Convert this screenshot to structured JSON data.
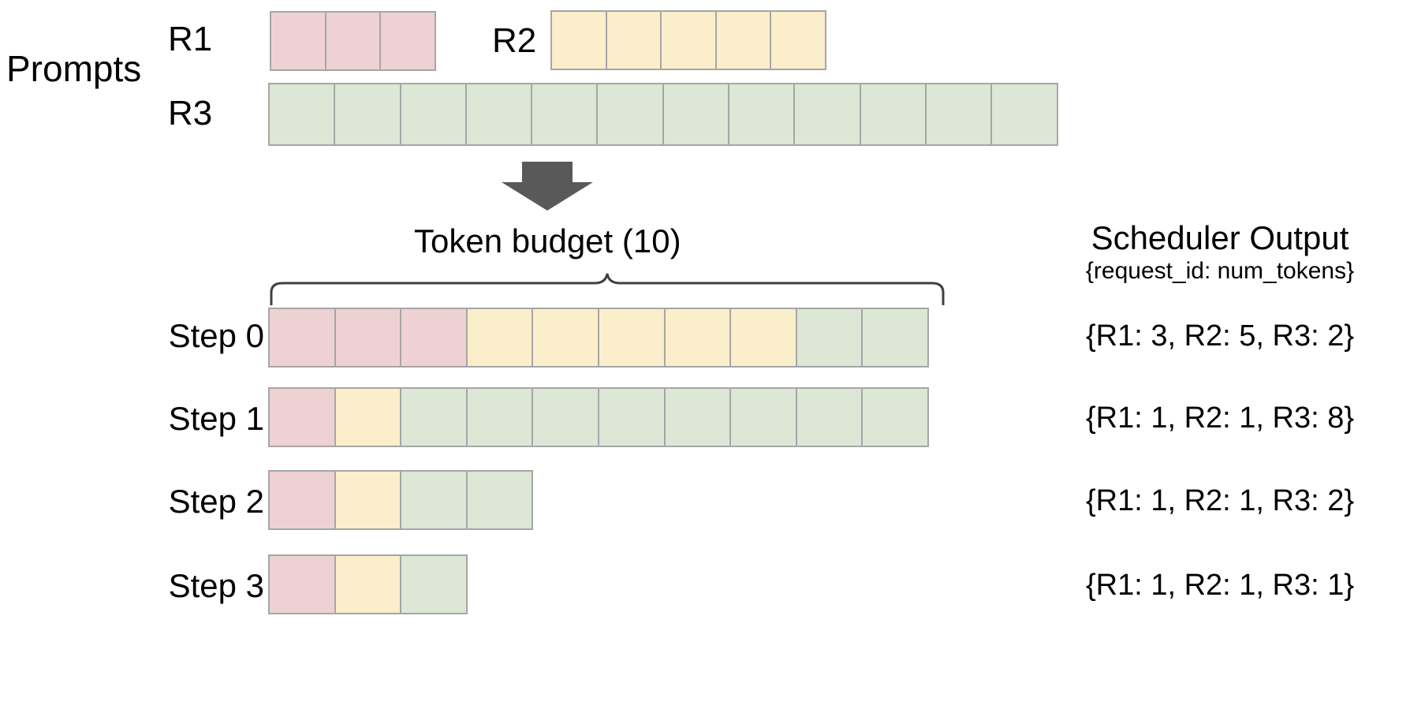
{
  "diagram": {
    "prompts_label": "Prompts",
    "requests": [
      {
        "id": "R1",
        "label": "R1",
        "tokens": 3,
        "color_key": "pink"
      },
      {
        "id": "R2",
        "label": "R2",
        "tokens": 5,
        "color_key": "yellow"
      },
      {
        "id": "R3",
        "label": "R3",
        "tokens": 12,
        "color_key": "green"
      }
    ],
    "flow_arrow": "down-arrow",
    "token_budget_title": "Token  budget (10)",
    "token_budget_value": 10,
    "scheduler_output_title": "Scheduler Output",
    "scheduler_output_subtitle": "{request_id: num_tokens}",
    "steps": [
      {
        "label": "Step 0",
        "segments": [
          {
            "request": "R1",
            "count": 3,
            "color_key": "pink"
          },
          {
            "request": "R2",
            "count": 5,
            "color_key": "yellow"
          },
          {
            "request": "R3",
            "count": 2,
            "color_key": "green"
          }
        ],
        "output": "{R1: 3, R2: 5, R3: 2}"
      },
      {
        "label": "Step 1",
        "segments": [
          {
            "request": "R1",
            "count": 1,
            "color_key": "pink"
          },
          {
            "request": "R2",
            "count": 1,
            "color_key": "yellow"
          },
          {
            "request": "R3",
            "count": 8,
            "color_key": "green"
          }
        ],
        "output": "{R1: 1, R2: 1, R3: 8}"
      },
      {
        "label": "Step 2",
        "segments": [
          {
            "request": "R1",
            "count": 1,
            "color_key": "pink"
          },
          {
            "request": "R2",
            "count": 1,
            "color_key": "yellow"
          },
          {
            "request": "R3",
            "count": 2,
            "color_key": "green"
          }
        ],
        "output": "{R1: 1, R2: 1, R3: 2}"
      },
      {
        "label": "Step 3",
        "segments": [
          {
            "request": "R1",
            "count": 1,
            "color_key": "pink"
          },
          {
            "request": "R2",
            "count": 1,
            "color_key": "yellow"
          },
          {
            "request": "R3",
            "count": 1,
            "color_key": "green"
          }
        ],
        "output": "{R1: 1, R2: 1, R3: 1}"
      }
    ],
    "colors": {
      "pink": "#eed2d3",
      "yellow": "#faeecb",
      "green": "#dce7d5",
      "cell_border": "#a6a6a6",
      "arrow": "#595959",
      "brace": "#404040",
      "text": "#000000",
      "background": "#ffffff"
    }
  }
}
